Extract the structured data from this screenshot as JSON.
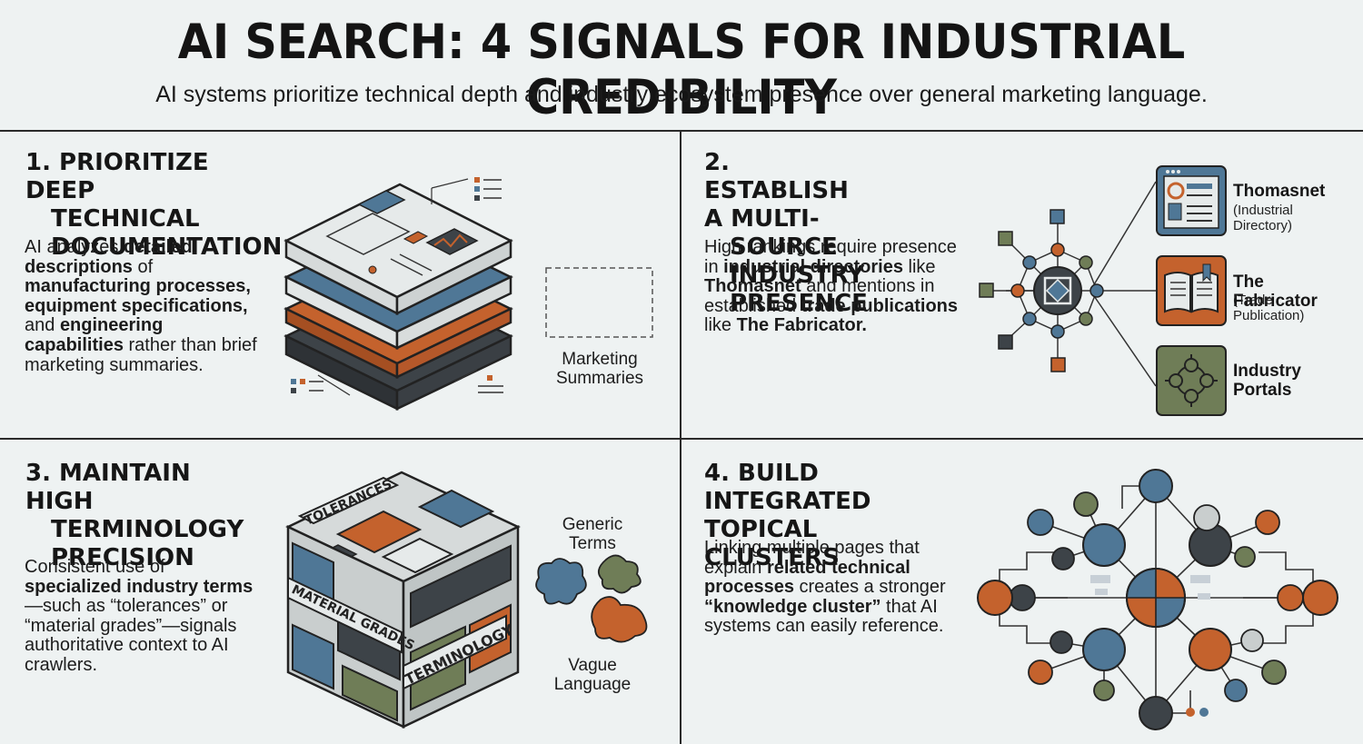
{
  "header": {
    "title": "AI SEARCH: 4 SIGNALS FOR INDUSTRIAL CREDIBILITY",
    "subtitle": "AI systems prioritize technical depth and industry ecosystem presence over general marketing language."
  },
  "panels": [
    {
      "title_lines": [
        "1. PRIORITIZE DEEP",
        "TECHNICAL",
        "DOCUMENTATION"
      ],
      "body": [
        {
          "t": "AI analyzes ",
          "b": false
        },
        {
          "t": "detailed descriptions",
          "b": true
        },
        {
          "t": " of ",
          "b": false
        },
        {
          "t": "manufacturing processes, equipment specifications,",
          "b": true
        },
        {
          "t": " and ",
          "b": false
        },
        {
          "t": "engineering capabilities",
          "b": true
        },
        {
          "t": " rather than brief marketing summaries.",
          "b": false
        }
      ],
      "side_label": "Marketing Summaries"
    },
    {
      "title_lines": [
        "2. ESTABLISH A MULTI-",
        "SOURCE INDUSTRY",
        "PRESENCE"
      ],
      "body": [
        {
          "t": "High rankings require presence in ",
          "b": false
        },
        {
          "t": "industrial directories",
          "b": true
        },
        {
          "t": " like ",
          "b": false
        },
        {
          "t": "Thomasnet",
          "b": true
        },
        {
          "t": " and mentions in established ",
          "b": false
        },
        {
          "t": "trade publications",
          "b": true
        },
        {
          "t": " like ",
          "b": false
        },
        {
          "t": "The Fabricator.",
          "b": true
        }
      ],
      "sources": [
        {
          "name": "Thomasnet",
          "sub": "(Industrial Directory)",
          "icon": "directory-window-icon",
          "color": "#4f7796"
        },
        {
          "name": "The Fabricator",
          "sub": "(Trade Publication)",
          "icon": "open-book-icon",
          "color": "#c4622d"
        },
        {
          "name": "Industry Portals",
          "sub": "",
          "icon": "portal-network-icon",
          "color": "#6f7d57"
        }
      ]
    },
    {
      "title_lines": [
        "3. MAINTAIN HIGH",
        "TERMINOLOGY",
        "PRECISION"
      ],
      "body": [
        {
          "t": "Consistent use of ",
          "b": false
        },
        {
          "t": "specialized industry terms",
          "b": true
        },
        {
          "t": "—such as “tolerances” or “material grades”—signals authoritative context to AI crawlers.",
          "b": false
        }
      ],
      "cube_labels": [
        "TOLERANCES",
        "MATERIAL GRADES",
        "TERMINOLOGY"
      ],
      "generic_label": "Generic Terms",
      "vague_label": "Vague Language"
    },
    {
      "title_lines": [
        "4. BUILD INTEGRATED",
        "TOPICAL CLUSTERS"
      ],
      "body": [
        {
          "t": "Linking multiple pages that explain ",
          "b": false
        },
        {
          "t": "related technical processes",
          "b": true
        },
        {
          "t": " creates a stronger ",
          "b": false
        },
        {
          "t": "“knowledge cluster”",
          "b": true
        },
        {
          "t": " that AI systems can easily reference.",
          "b": false
        }
      ]
    }
  ],
  "colors": {
    "blue": "#4f7796",
    "orange": "#c4622d",
    "green": "#6f7d57",
    "dark": "#3d4348",
    "background": "#eef2f2"
  }
}
